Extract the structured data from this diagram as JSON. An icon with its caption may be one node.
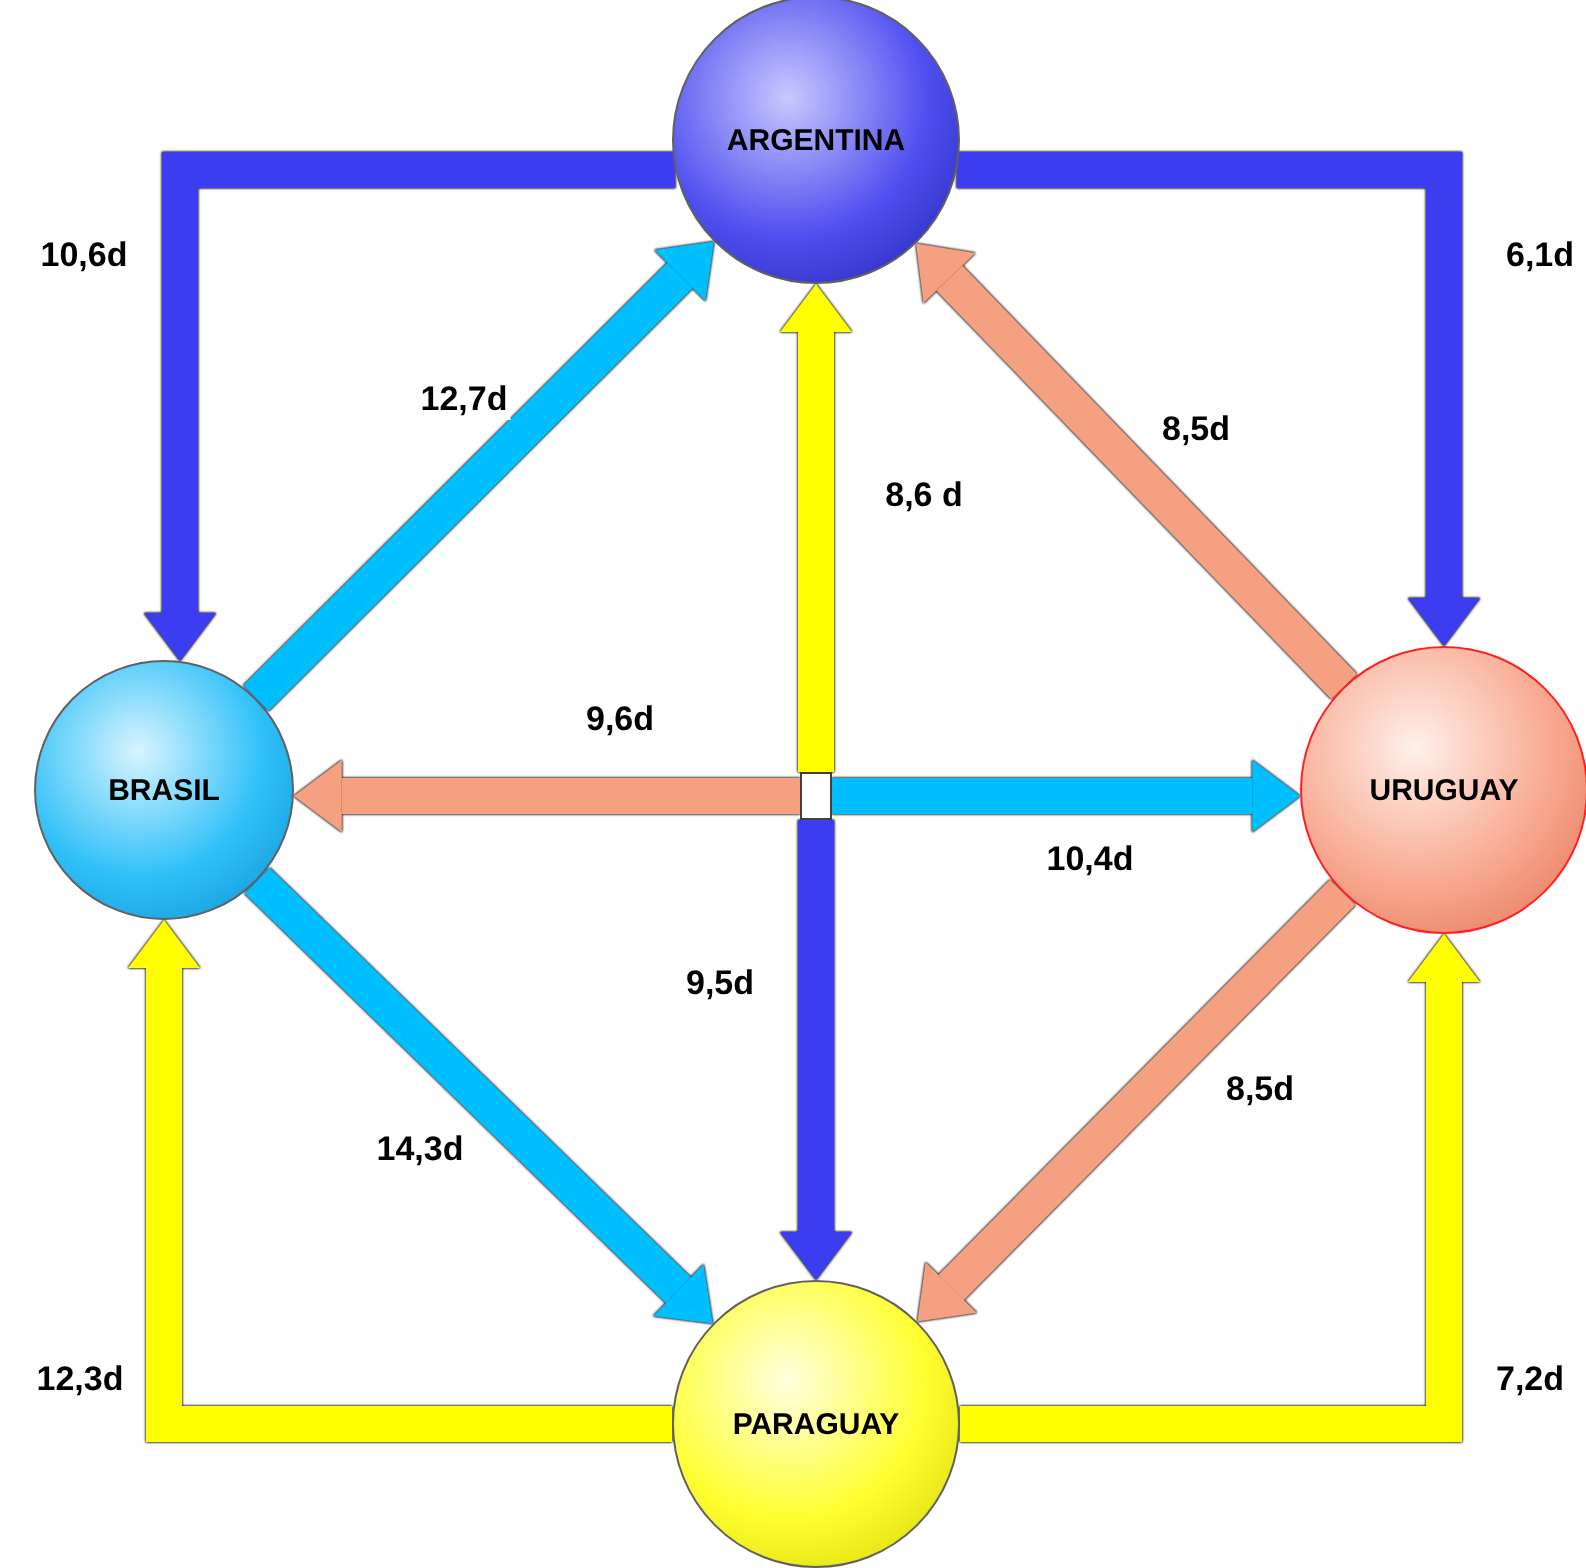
{
  "diagram": {
    "nodes": [
      {
        "text": [
          "ARGENTINA"
        ]
      },
      {
        "text": [
          "BRASIL"
        ]
      },
      {
        "text": [
          "URUGUAY"
        ]
      },
      {
        "text": [
          "PARAGUAY"
        ]
      },
      {
        "text": [],
        "shape": "box"
      }
    ],
    "edges": [
      {
        "from": 0,
        "to": 1,
        "arrow": "to",
        "label": "10,6d",
        "color": "#3c3cf0"
      },
      {
        "from": 0,
        "to": 2,
        "arrow": "to",
        "label": "6,1d",
        "color": "#3c3cf0"
      },
      {
        "from": 1,
        "to": 0,
        "arrow": "to",
        "label": "12,7d",
        "color": "#00bfff"
      },
      {
        "from": 2,
        "to": 0,
        "arrow": "to",
        "label": "8,5d",
        "color": "#f5a080"
      },
      {
        "from": 4,
        "to": 0,
        "arrow": "to",
        "label": "8,6 d",
        "color": "#ffff00"
      },
      {
        "from": 4,
        "to": 1,
        "arrow": "to",
        "label": "9,6d",
        "color": "#f5a080"
      },
      {
        "from": 4,
        "to": 2,
        "arrow": "to",
        "label": "10,4d",
        "color": "#00bfff"
      },
      {
        "from": 4,
        "to": 3,
        "arrow": "to",
        "label": "9,5d",
        "color": "#3c3cf0"
      },
      {
        "from": 1,
        "to": 3,
        "arrow": "to",
        "label": "14,3d",
        "color": "#00bfff"
      },
      {
        "from": 2,
        "to": 3,
        "arrow": "to",
        "label": "8,5d",
        "color": "#f5a080"
      },
      {
        "from": 3,
        "to": 1,
        "arrow": "to",
        "label": "12,3d",
        "color": "#ffff00"
      },
      {
        "from": 3,
        "to": 2,
        "arrow": "to",
        "label": "7,2d",
        "color": "#ffff00"
      }
    ]
  }
}
